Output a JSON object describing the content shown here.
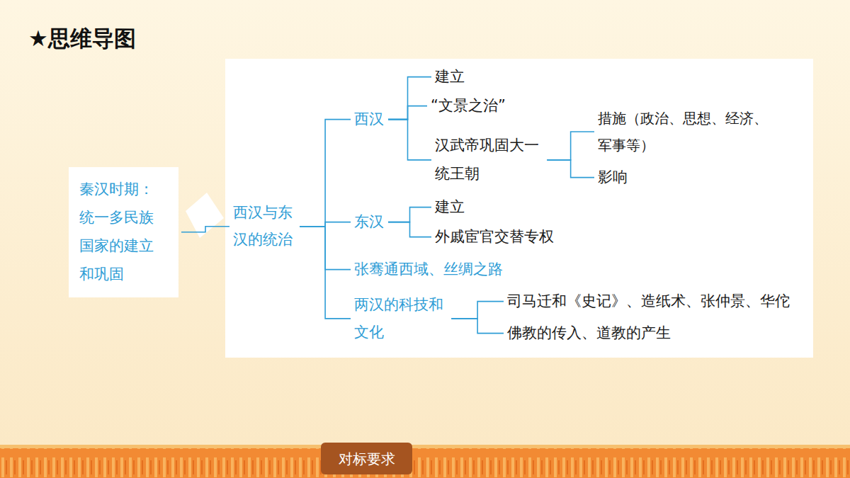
{
  "diagram": {
    "title": "★思维导图",
    "nodes": [
      {
        "text": [
          "秦汉时期： 统一多民族 国家的建立 和巩固"
        ]
      },
      {
        "text": [
          "西汉与东 汉的统治"
        ]
      },
      {
        "text": [
          "西汉"
        ]
      },
      {
        "text": [
          "建立"
        ]
      },
      {
        "text": [
          "“文景之治”"
        ]
      },
      {
        "text": [
          "汉武帝巩固大一 统王朝"
        ]
      },
      {
        "text": [
          "措施（政治、思想、经济、 军事等）"
        ]
      },
      {
        "text": [
          "影响"
        ]
      },
      {
        "text": [
          "东汉"
        ]
      },
      {
        "text": [
          "建立"
        ]
      },
      {
        "text": [
          "外戚宦官交替专权"
        ]
      },
      {
        "text": [
          "张骞通西域、丝绸之路"
        ]
      },
      {
        "text": [
          "两汉的科技和 文化"
        ]
      },
      {
        "text": [
          "司马迁和《史记》、造纸术、张仲景、华佗"
        ]
      },
      {
        "text": [
          "佛教的传入、道教的产生"
        ]
      },
      {
        "text": [
          "对标要求"
        ]
      }
    ],
    "edges": [
      {
        "from": 0,
        "to": 1,
        "arrow": "none"
      },
      {
        "from": 1,
        "to": 2,
        "arrow": "none"
      },
      {
        "from": 1,
        "to": 8,
        "arrow": "none"
      },
      {
        "from": 1,
        "to": 11,
        "arrow": "none"
      },
      {
        "from": 1,
        "to": 12,
        "arrow": "none"
      },
      {
        "from": 2,
        "to": 3,
        "arrow": "none"
      },
      {
        "from": 2,
        "to": 4,
        "arrow": "none"
      },
      {
        "from": 2,
        "to": 5,
        "arrow": "none"
      },
      {
        "from": 5,
        "to": 6,
        "arrow": "none"
      },
      {
        "from": 5,
        "to": 7,
        "arrow": "none"
      },
      {
        "from": 8,
        "to": 9,
        "arrow": "none"
      },
      {
        "from": 8,
        "to": 10,
        "arrow": "none"
      },
      {
        "from": 12,
        "to": 13,
        "arrow": "none"
      },
      {
        "from": 12,
        "to": 14,
        "arrow": "none"
      }
    ]
  }
}
